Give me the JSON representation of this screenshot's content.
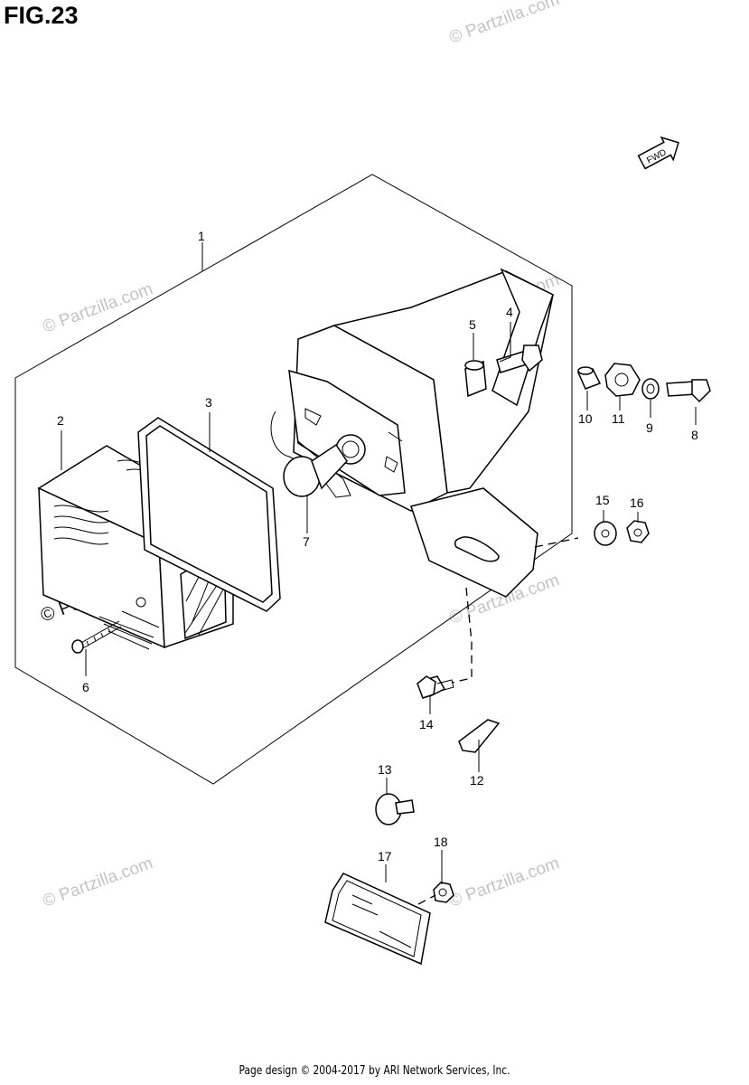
{
  "figure": {
    "title": "FIG.23"
  },
  "direction_arrow": {
    "label": "FWD"
  },
  "callouts": [
    "1",
    "2",
    "3",
    "4",
    "5",
    "6",
    "7",
    "8",
    "9",
    "10",
    "11",
    "12",
    "13",
    "14",
    "15",
    "16",
    "17",
    "18"
  ],
  "watermark": {
    "text": "© Partzilla.com"
  },
  "footer": {
    "text": "Page design © 2004-2017 by ARI Network Services, Inc."
  }
}
